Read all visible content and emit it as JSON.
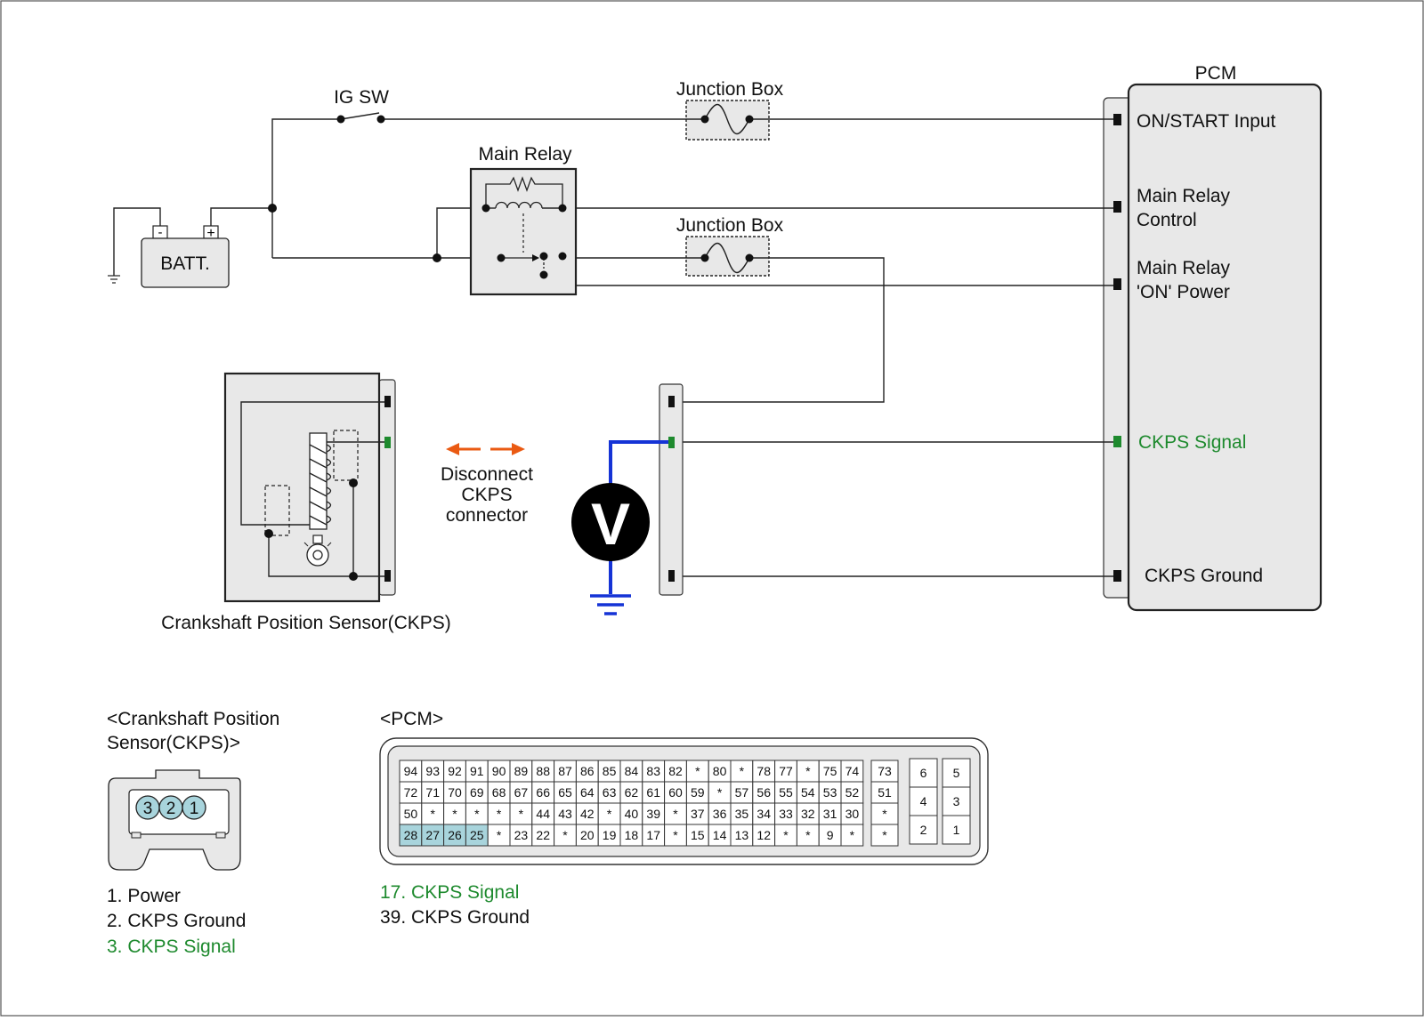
{
  "labels": {
    "pcm": "PCM",
    "ig_sw": "IG SW",
    "junction_box_1": "Junction Box",
    "junction_box_2": "Junction Box",
    "main_relay": "Main Relay",
    "batt": "BATT.",
    "batt_neg": "-",
    "batt_pos": "+",
    "on_start_input": "ON/START Input",
    "main_relay_control_1": "Main Relay",
    "main_relay_control_2": "Control",
    "main_relay_on_power_1": "Main Relay",
    "main_relay_on_power_2": "'ON' Power",
    "ckps_signal": "CKPS Signal",
    "ckps_ground": "CKPS Ground",
    "disconnect_1": "Disconnect",
    "disconnect_2": "CKPS",
    "disconnect_3": "connector",
    "voltmeter": "V",
    "ckps_caption": "Crankshaft Position Sensor(CKPS)"
  },
  "ckps_connector": {
    "title_1": "<Crankshaft Position",
    "title_2": "Sensor(CKPS)>",
    "pins": [
      "3",
      "2",
      "1"
    ],
    "legend": [
      "1. Power",
      "2. CKPS Ground",
      "3. CKPS Signal"
    ]
  },
  "pcm_connector": {
    "title": "<PCM>",
    "rows": [
      [
        "94",
        "93",
        "92",
        "91",
        "90",
        "89",
        "88",
        "87",
        "86",
        "85",
        "84",
        "83",
        "82",
        "*",
        "80",
        "*",
        "78",
        "77",
        "*",
        "75",
        "74"
      ],
      [
        "72",
        "71",
        "70",
        "69",
        "68",
        "67",
        "66",
        "65",
        "64",
        "63",
        "62",
        "61",
        "60",
        "59",
        "*",
        "57",
        "56",
        "55",
        "54",
        "53",
        "52"
      ],
      [
        "50",
        "*",
        "*",
        "*",
        "*",
        "*",
        "44",
        "43",
        "42",
        "*",
        "40",
        "39",
        "*",
        "37",
        "36",
        "35",
        "34",
        "33",
        "32",
        "31",
        "30"
      ],
      [
        "28",
        "27",
        "26",
        "25",
        "*",
        "23",
        "22",
        "*",
        "20",
        "19",
        "18",
        "17",
        "*",
        "15",
        "14",
        "13",
        "12",
        "*",
        "*",
        "9",
        "*"
      ]
    ],
    "side_column": [
      "73",
      "51",
      "*",
      "*"
    ],
    "block_left": [
      "6",
      "4",
      "2"
    ],
    "block_right": [
      "5",
      "3",
      "1"
    ],
    "highlighted_pins": [
      "28",
      "27",
      "26",
      "25"
    ],
    "legend": [
      "17. CKPS Signal",
      "39. CKPS Ground"
    ]
  },
  "colors": {
    "signal_green": "#1e8a2e",
    "meter_blue": "#1533d6",
    "arrow_orange": "#ea5a12",
    "panel_gray": "#e8e8e8",
    "pin_highlight": "#a8d4dc"
  },
  "icons": [
    "fuse-icon",
    "switch-icon",
    "relay-coil-icon",
    "ground-icon",
    "voltmeter-icon",
    "ckps-coil-icon"
  ]
}
